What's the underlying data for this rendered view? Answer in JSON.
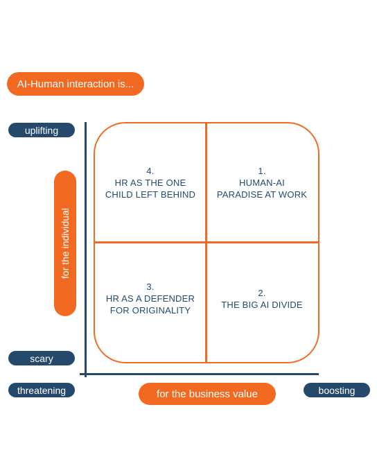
{
  "labels": {
    "title": "AI-Human interaction is...",
    "uplifting": "uplifting",
    "scary": "scary",
    "threatening": "threatening",
    "boosting": "boosting",
    "y_axis": "for the individual",
    "x_axis": "for the business value"
  },
  "quadrants": {
    "q1": {
      "number": "1.",
      "line1": "HUMAN-AI",
      "line2": "PARADISE AT WORK"
    },
    "q2": {
      "number": "2.",
      "line1": "THE BIG AI DIVIDE"
    },
    "q3": {
      "number": "3.",
      "line1": "HR AS A DEFENDER",
      "line2": "FOR ORIGINALITY"
    },
    "q4": {
      "number": "4.",
      "line1": "HR AS THE ONE",
      "line2": "CHILD LEFT BEHIND"
    }
  },
  "colors": {
    "orange": "#f26a21",
    "navy": "#24496b"
  }
}
